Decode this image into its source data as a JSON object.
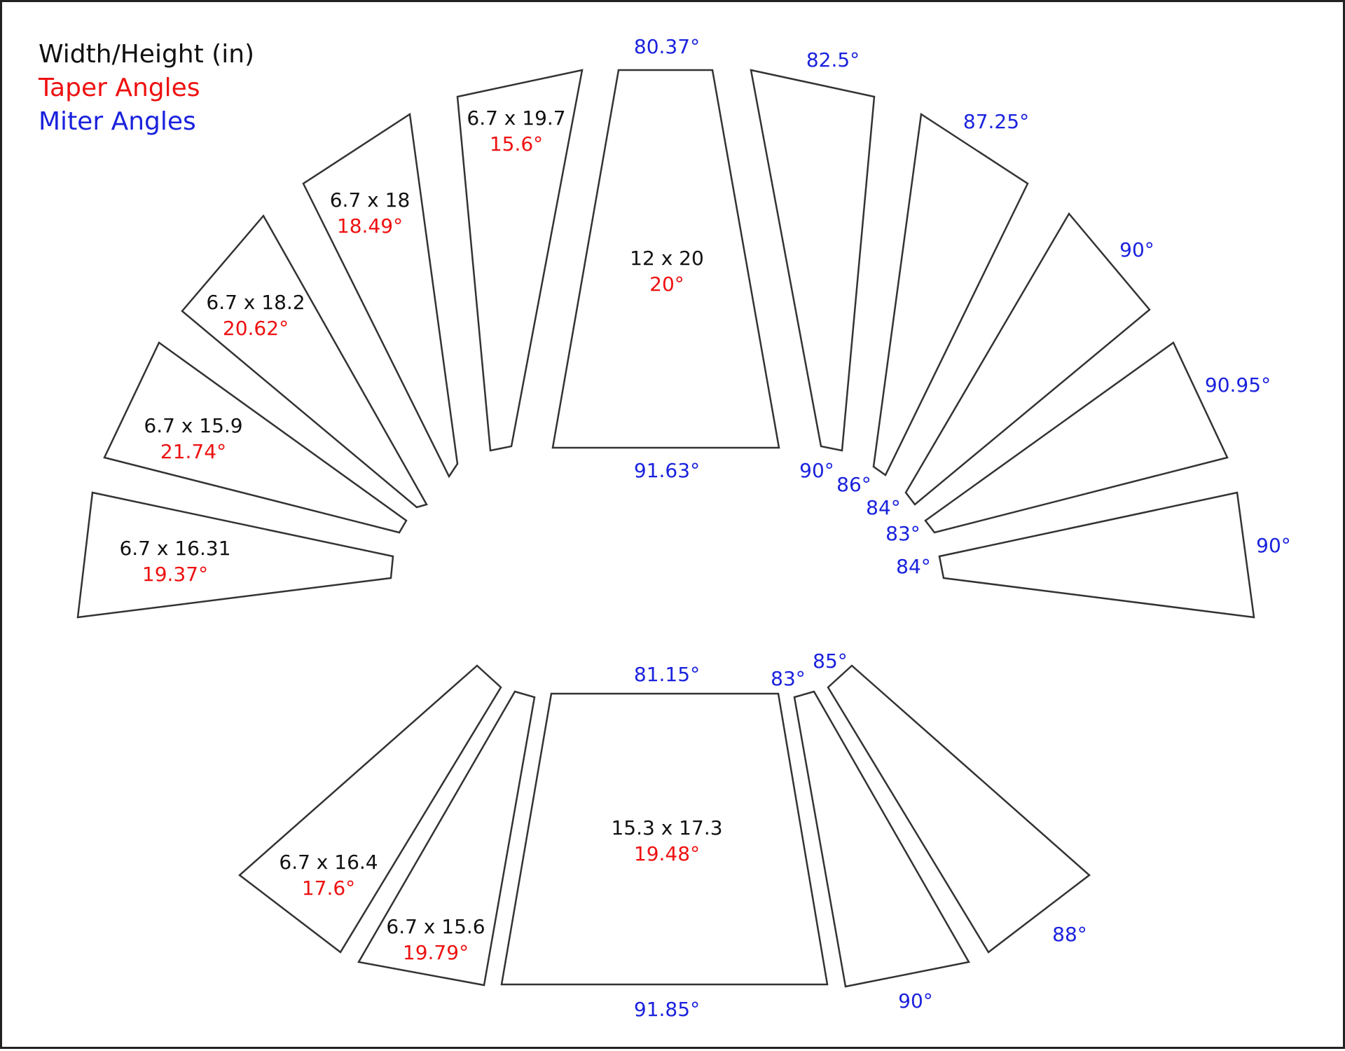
{
  "colors": {
    "dimension": "#111111",
    "taper": "#ee1111",
    "miter": "#1a22dd",
    "outline": "#333333"
  },
  "legend": {
    "dimension": "Width/Height (in)",
    "taper": "Taper Angles",
    "miter": "Miter Angles"
  },
  "pieces": [
    {
      "id": "top-left-1",
      "dimension": "6.7 x 16.31",
      "taper": "19.37°"
    },
    {
      "id": "top-left-2",
      "dimension": "6.7 x 15.9",
      "taper": "21.74°"
    },
    {
      "id": "top-left-3",
      "dimension": "6.7 x 18.2",
      "taper": "20.62°"
    },
    {
      "id": "top-left-4",
      "dimension": "6.7 x 18",
      "taper": "18.49°"
    },
    {
      "id": "top-left-5",
      "dimension": "6.7 x 19.7",
      "taper": "15.6°"
    },
    {
      "id": "top-center",
      "dimension": "12 x 20",
      "taper": "20°"
    },
    {
      "id": "top-right-5",
      "dimension": "",
      "taper": ""
    },
    {
      "id": "top-right-4",
      "dimension": "",
      "taper": ""
    },
    {
      "id": "top-right-3",
      "dimension": "",
      "taper": ""
    },
    {
      "id": "top-right-2",
      "dimension": "",
      "taper": ""
    },
    {
      "id": "top-right-1",
      "dimension": "",
      "taper": ""
    },
    {
      "id": "bottom-left-2",
      "dimension": "6.7 x 16.4",
      "taper": "17.6°"
    },
    {
      "id": "bottom-left-1",
      "dimension": "6.7 x 15.6",
      "taper": "19.79°"
    },
    {
      "id": "bottom-center",
      "dimension": "15.3 x 17.3",
      "taper": "19.48°"
    },
    {
      "id": "bottom-right-1",
      "dimension": "",
      "taper": ""
    },
    {
      "id": "bottom-right-2",
      "dimension": "",
      "taper": ""
    }
  ],
  "miters": {
    "top_center_top": "80.37°",
    "top_center_bottom": "91.63°",
    "right5_top": "82.5°",
    "right5_bottom": "90°",
    "right4_top": "87.25°",
    "right4_bottom": "86°",
    "right3_top": "90°",
    "right3_bottom": "84°",
    "right2_top": "90.95°",
    "right2_bottom": "83°",
    "right1_outer": "90°",
    "right1_inner": "84°",
    "bottom_center_top": "81.15°",
    "bottom_center_bottom": "91.85°",
    "bottom_right1_top": "83°",
    "bottom_right1_bottom": "90°",
    "bottom_right2_top": "85°",
    "bottom_right2_bottom": "88°"
  }
}
